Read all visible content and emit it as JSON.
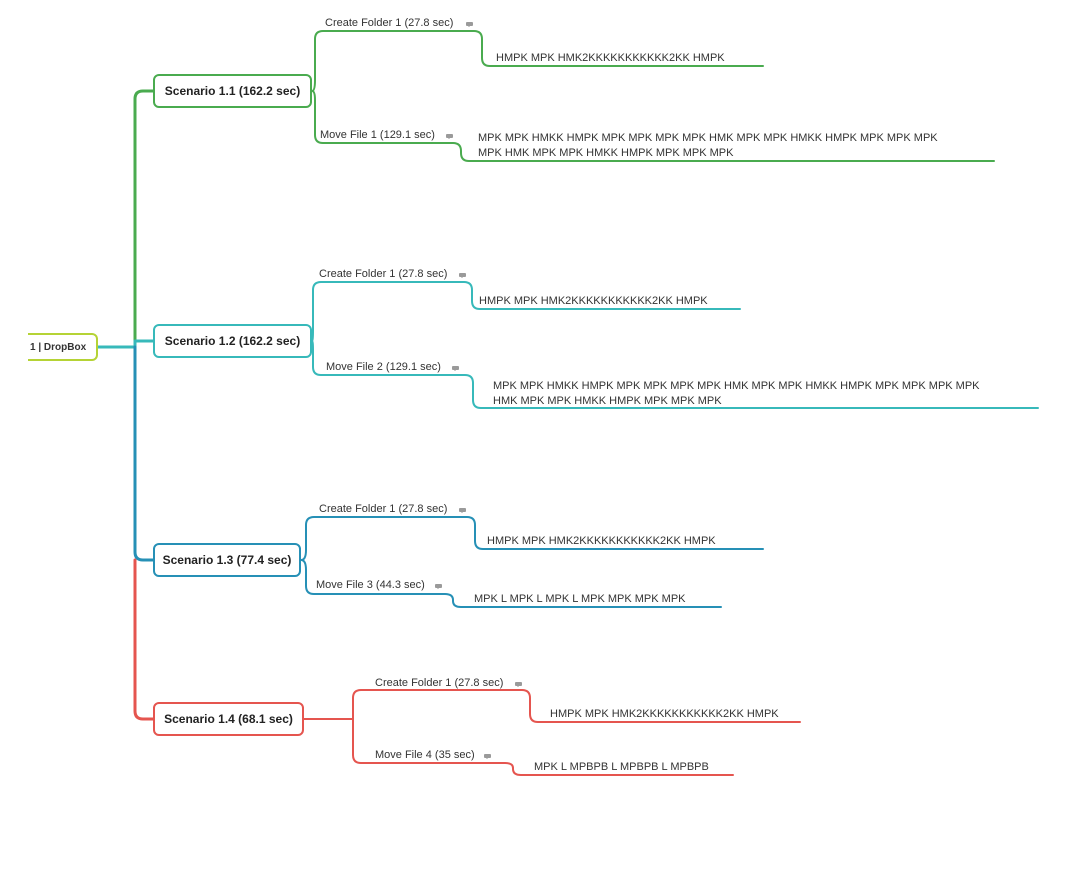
{
  "root": {
    "label": "1 | DropBox",
    "color": "#b5d335"
  },
  "scenarios": [
    {
      "label": "Scenario 1.1 (162.2 sec)",
      "color": "#4aab4f",
      "tasks": [
        {
          "label": "Create Folder 1 (27.8 sec)",
          "leaf_lines": [
            "HMPK MPK HMK2KKKKKKKKKKK2KK HMPK"
          ]
        },
        {
          "label": "Move File 1 (129.1 sec)",
          "leaf_lines": [
            "MPK MPK HMKK HMPK MPK MPK MPK MPK HMK MPK MPK HMKK HMPK MPK MPK MPK",
            "MPK HMK MPK MPK HMKK HMPK MPK MPK MPK"
          ]
        }
      ]
    },
    {
      "label": "Scenario 1.2 (162.2 sec)",
      "color": "#37b9ba",
      "tasks": [
        {
          "label": "Create Folder 1 (27.8 sec)",
          "leaf_lines": [
            "HMPK MPK HMK2KKKKKKKKKKK2KK HMPK"
          ]
        },
        {
          "label": "Move File 2 (129.1 sec)",
          "leaf_lines": [
            "MPK MPK HMKK HMPK MPK MPK MPK MPK HMK MPK MPK HMKK HMPK MPK MPK MPK MPK",
            "HMK MPK MPK HMKK HMPK MPK MPK MPK"
          ]
        }
      ]
    },
    {
      "label": "Scenario 1.3 (77.4 sec)",
      "color": "#2690b6",
      "tasks": [
        {
          "label": "Create Folder 1 (27.8 sec)",
          "leaf_lines": [
            "HMPK MPK HMK2KKKKKKKKKKK2KK HMPK"
          ]
        },
        {
          "label": "Move File 3 (44.3 sec)",
          "leaf_lines": [
            "MPK L MPK L MPK L MPK MPK MPK MPK"
          ]
        }
      ]
    },
    {
      "label": "Scenario 1.4 (68.1 sec)",
      "color": "#e5554f",
      "tasks": [
        {
          "label": "Create Folder 1 (27.8 sec)",
          "leaf_lines": [
            "HMPK MPK HMK2KKKKKKKKKKK2KK HMPK"
          ]
        },
        {
          "label": "Move File 4 (35 sec)",
          "leaf_lines": [
            "MPK L MPBPB L MPBPB L MPBPB"
          ]
        }
      ]
    }
  ]
}
